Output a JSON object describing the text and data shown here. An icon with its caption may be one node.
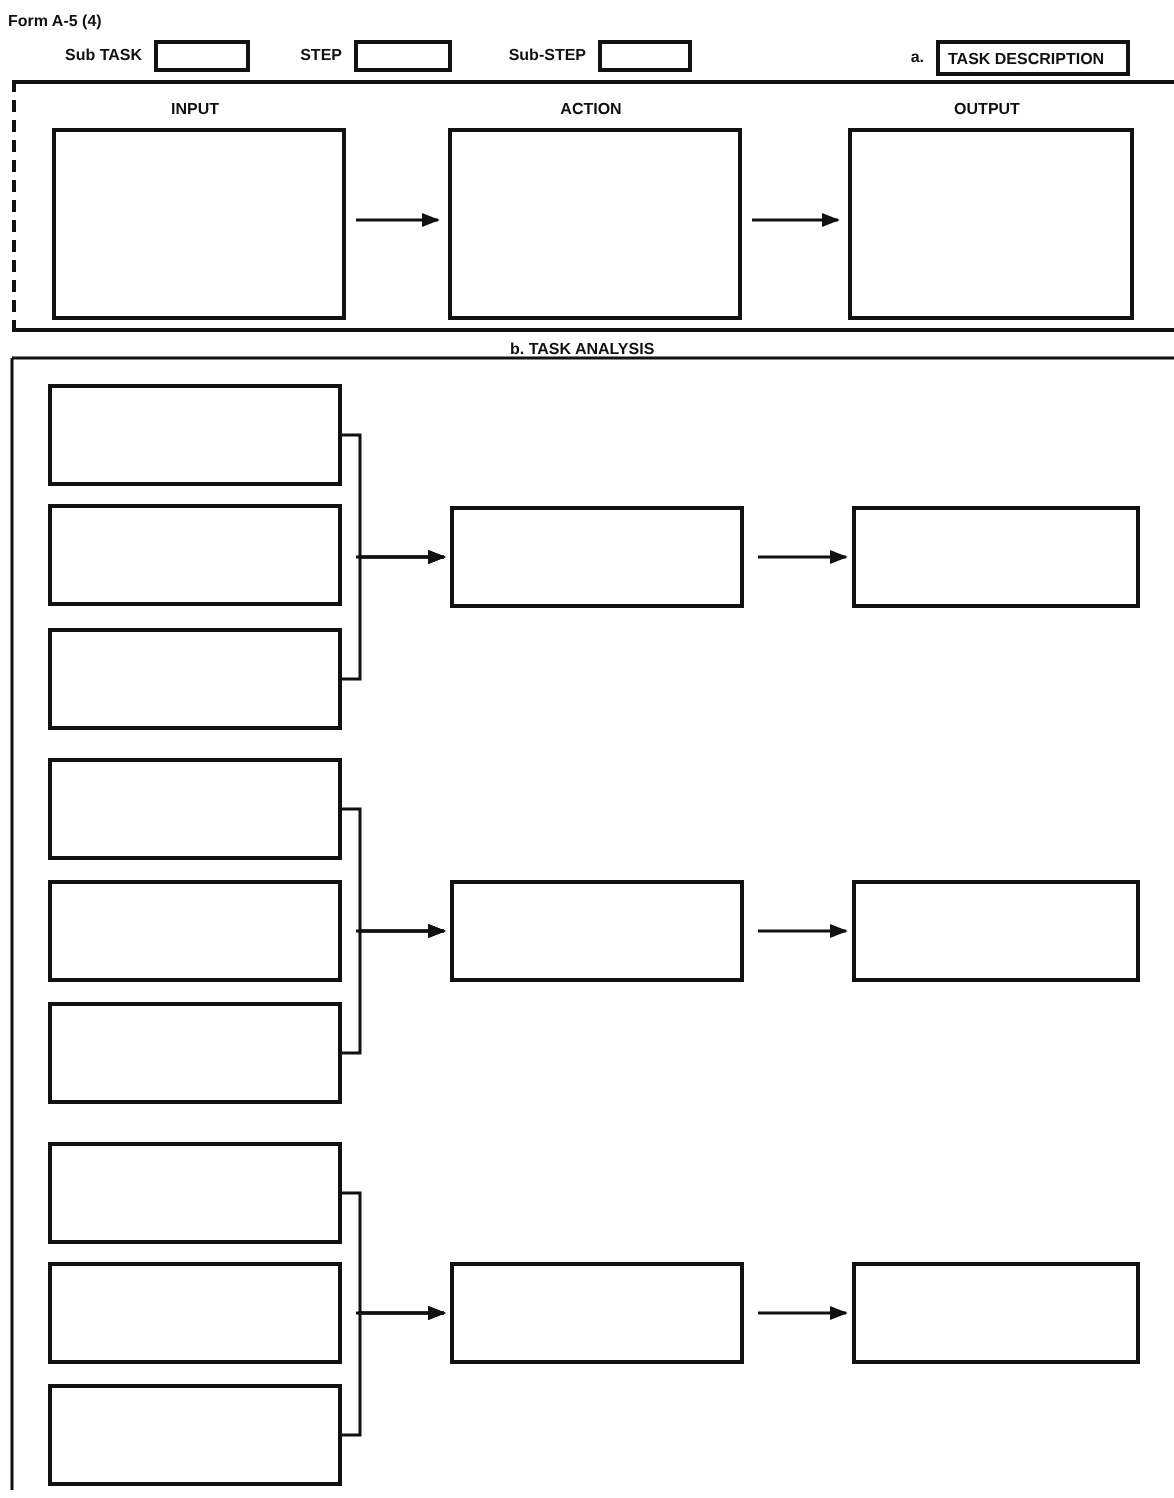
{
  "diagram": {
    "nodes": [
      {
        "text": [],
        "shape": "box",
        "beside": [
          "Sub TASK"
        ]
      },
      {
        "text": [],
        "shape": "box",
        "beside": [
          "STEP"
        ]
      },
      {
        "text": [],
        "shape": "box",
        "beside": [
          "Sub-STEP"
        ]
      },
      {
        "text": [
          "TASK DESCRIPTION"
        ],
        "beside": [
          "a."
        ]
      },
      {
        "text": [],
        "shape": "box"
      },
      {
        "text": [
          "INPUT"
        ],
        "in": 4
      },
      {
        "text": [
          "ACTION"
        ],
        "in": 4
      },
      {
        "text": [
          "OUTPUT"
        ],
        "in": 4
      },
      {
        "text": [],
        "shape": "box"
      },
      {
        "text": [],
        "shape": "box"
      },
      {
        "text": [],
        "shape": "box"
      },
      {
        "text": [],
        "shape": "box"
      },
      {
        "text": [],
        "shape": "box"
      },
      {
        "text": [],
        "shape": "box"
      },
      {
        "text": [],
        "shape": "box"
      },
      {
        "text": [],
        "shape": "box"
      },
      {
        "text": [],
        "shape": "box"
      },
      {
        "text": [],
        "shape": "box"
      },
      {
        "text": [],
        "shape": "box"
      },
      {
        "text": [],
        "shape": "box"
      },
      {
        "text": [],
        "shape": "box"
      },
      {
        "text": [],
        "shape": "box"
      },
      {
        "text": [],
        "shape": "box"
      }
    ],
    "edges": [
      {
        "from": 5,
        "to": 6,
        "arrow": "to"
      },
      {
        "from": 6,
        "to": 7,
        "arrow": "to"
      },
      {
        "from": 8,
        "to": 11,
        "arrow": "to"
      },
      {
        "from": 9,
        "to": 11,
        "arrow": "to"
      },
      {
        "from": 10,
        "to": 11,
        "arrow": "to"
      },
      {
        "from": 11,
        "to": 12,
        "arrow": "to"
      },
      {
        "from": 13,
        "to": 16,
        "arrow": "to"
      },
      {
        "from": 14,
        "to": 16,
        "arrow": "to"
      },
      {
        "from": 15,
        "to": 16,
        "arrow": "to"
      },
      {
        "from": 16,
        "to": 17,
        "arrow": "to"
      },
      {
        "from": 18,
        "to": 21,
        "arrow": "to"
      },
      {
        "from": 19,
        "to": 21,
        "arrow": "to"
      },
      {
        "from": 20,
        "to": 21,
        "arrow": "to"
      },
      {
        "from": 21,
        "to": 22,
        "arrow": "to"
      }
    ],
    "labels": [
      "Form A-5 (4)",
      "b. TASK ANALYSIS"
    ]
  }
}
